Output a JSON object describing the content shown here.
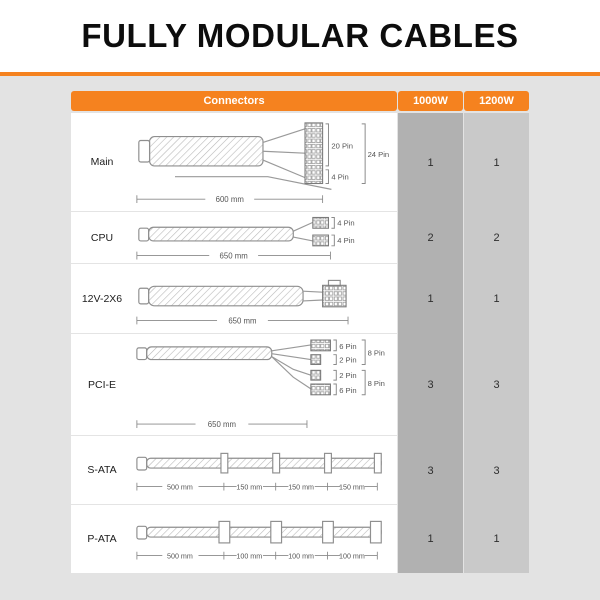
{
  "page": {
    "title": "FULLY MODULAR CABLES"
  },
  "colors": {
    "accent": "#F5821F",
    "col_1000w_bg": "#b1b1b1",
    "col_1200w_bg": "#c9c9c9"
  },
  "table": {
    "header": {
      "connectors": "Connectors",
      "w1000": "1000W",
      "w1200": "1200W"
    },
    "rows": [
      {
        "label": "Main",
        "q1": "1",
        "q2": "1",
        "dim": "600 mm",
        "pin_top": "20 Pin",
        "pin_bottom": "4 Pin",
        "pin_total": "24 Pin"
      },
      {
        "label": "CPU",
        "q1": "2",
        "q2": "2",
        "dim": "650 mm",
        "pin_a": "4 Pin",
        "pin_b": "4 Pin"
      },
      {
        "label": "12V-2X6",
        "q1": "1",
        "q2": "1",
        "dim": "650 mm"
      },
      {
        "label": "PCI-E",
        "q1": "3",
        "q2": "3",
        "dim": "650 mm",
        "pin_a": "6 Pin",
        "pin_b": "2 Pin",
        "pin_c": "2 Pin",
        "pin_d": "6 Pin",
        "group_a": "8 Pin",
        "group_b": "8 Pin"
      },
      {
        "label": "S-ATA",
        "q1": "3",
        "q2": "3",
        "dims": [
          "500 mm",
          "150 mm",
          "150 mm",
          "150 mm"
        ]
      },
      {
        "label": "P-ATA",
        "q1": "1",
        "q2": "1",
        "dims": [
          "500 mm",
          "100 mm",
          "100 mm",
          "100 mm"
        ]
      }
    ]
  }
}
